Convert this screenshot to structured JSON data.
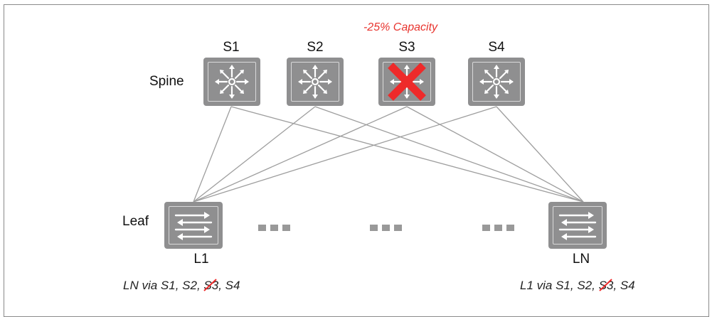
{
  "annotation": "-25% Capacity",
  "tiers": {
    "spine": "Spine",
    "leaf": "Leaf"
  },
  "spines": [
    {
      "label": "S1",
      "failed": false
    },
    {
      "label": "S2",
      "failed": false
    },
    {
      "label": "S3",
      "failed": true
    },
    {
      "label": "S4",
      "failed": false
    }
  ],
  "leaves": [
    {
      "label": "L1"
    },
    {
      "label": "LN"
    }
  ],
  "routes": {
    "left": {
      "prefix": "LN via ",
      "paths": [
        "S1",
        "S2",
        "S3",
        "S4"
      ],
      "failed": "S3"
    },
    "right": {
      "prefix": "L1 via ",
      "paths": [
        "S1",
        "S2",
        "S3",
        "S4"
      ],
      "failed": "S3"
    }
  },
  "colors": {
    "box": "#8f8f90",
    "link": "#9e9e9e",
    "failure": "#ee2a2a",
    "annotation": "#e8342e"
  },
  "icons": {
    "spine_device": "multilayer-switch-icon",
    "leaf_device": "layer2-switch-icon",
    "failure": "red-x-icon",
    "ellipsis": "ellipsis-dots"
  }
}
